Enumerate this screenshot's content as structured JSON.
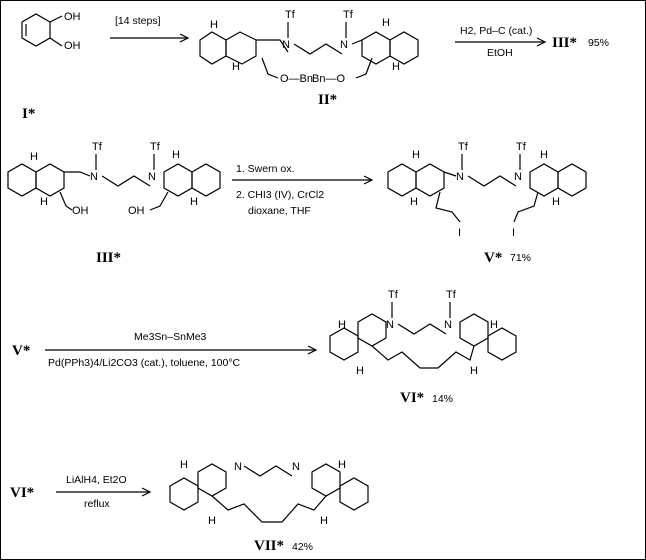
{
  "compounds": {
    "I": "I*",
    "II": "II*",
    "III_top": "III*",
    "III": "III*",
    "V": "V*",
    "V_start": "V*",
    "VI": "VI*",
    "VI_start": "VI*",
    "VII": "VII*"
  },
  "yields": {
    "III": "95%",
    "V": "71%",
    "VI": "14%",
    "VII": "42%"
  },
  "reagents": {
    "step1": "[14 steps]",
    "step2_line1": "H2, Pd–C (cat.)",
    "step2_line2": "EtOH",
    "step3_line1": "1. Swern ox.",
    "step3_line2": "2. CHI3 (IV), CrCl2",
    "step3_line3": "dioxane, THF",
    "step4_line1": "Me3Sn–SnMe3",
    "step4_line2": "Pd(PPh3)4/Li2CO3 (cat.), toluene, 100°C",
    "step5_line1": "LiAlH4, Et2O",
    "step5_line2": "reflux"
  },
  "atoms": {
    "oh": "OH",
    "h": "H",
    "tf": "Tf",
    "n": "N",
    "obn": "O—Bn",
    "bno": "Bn—O",
    "iodo": "I"
  }
}
